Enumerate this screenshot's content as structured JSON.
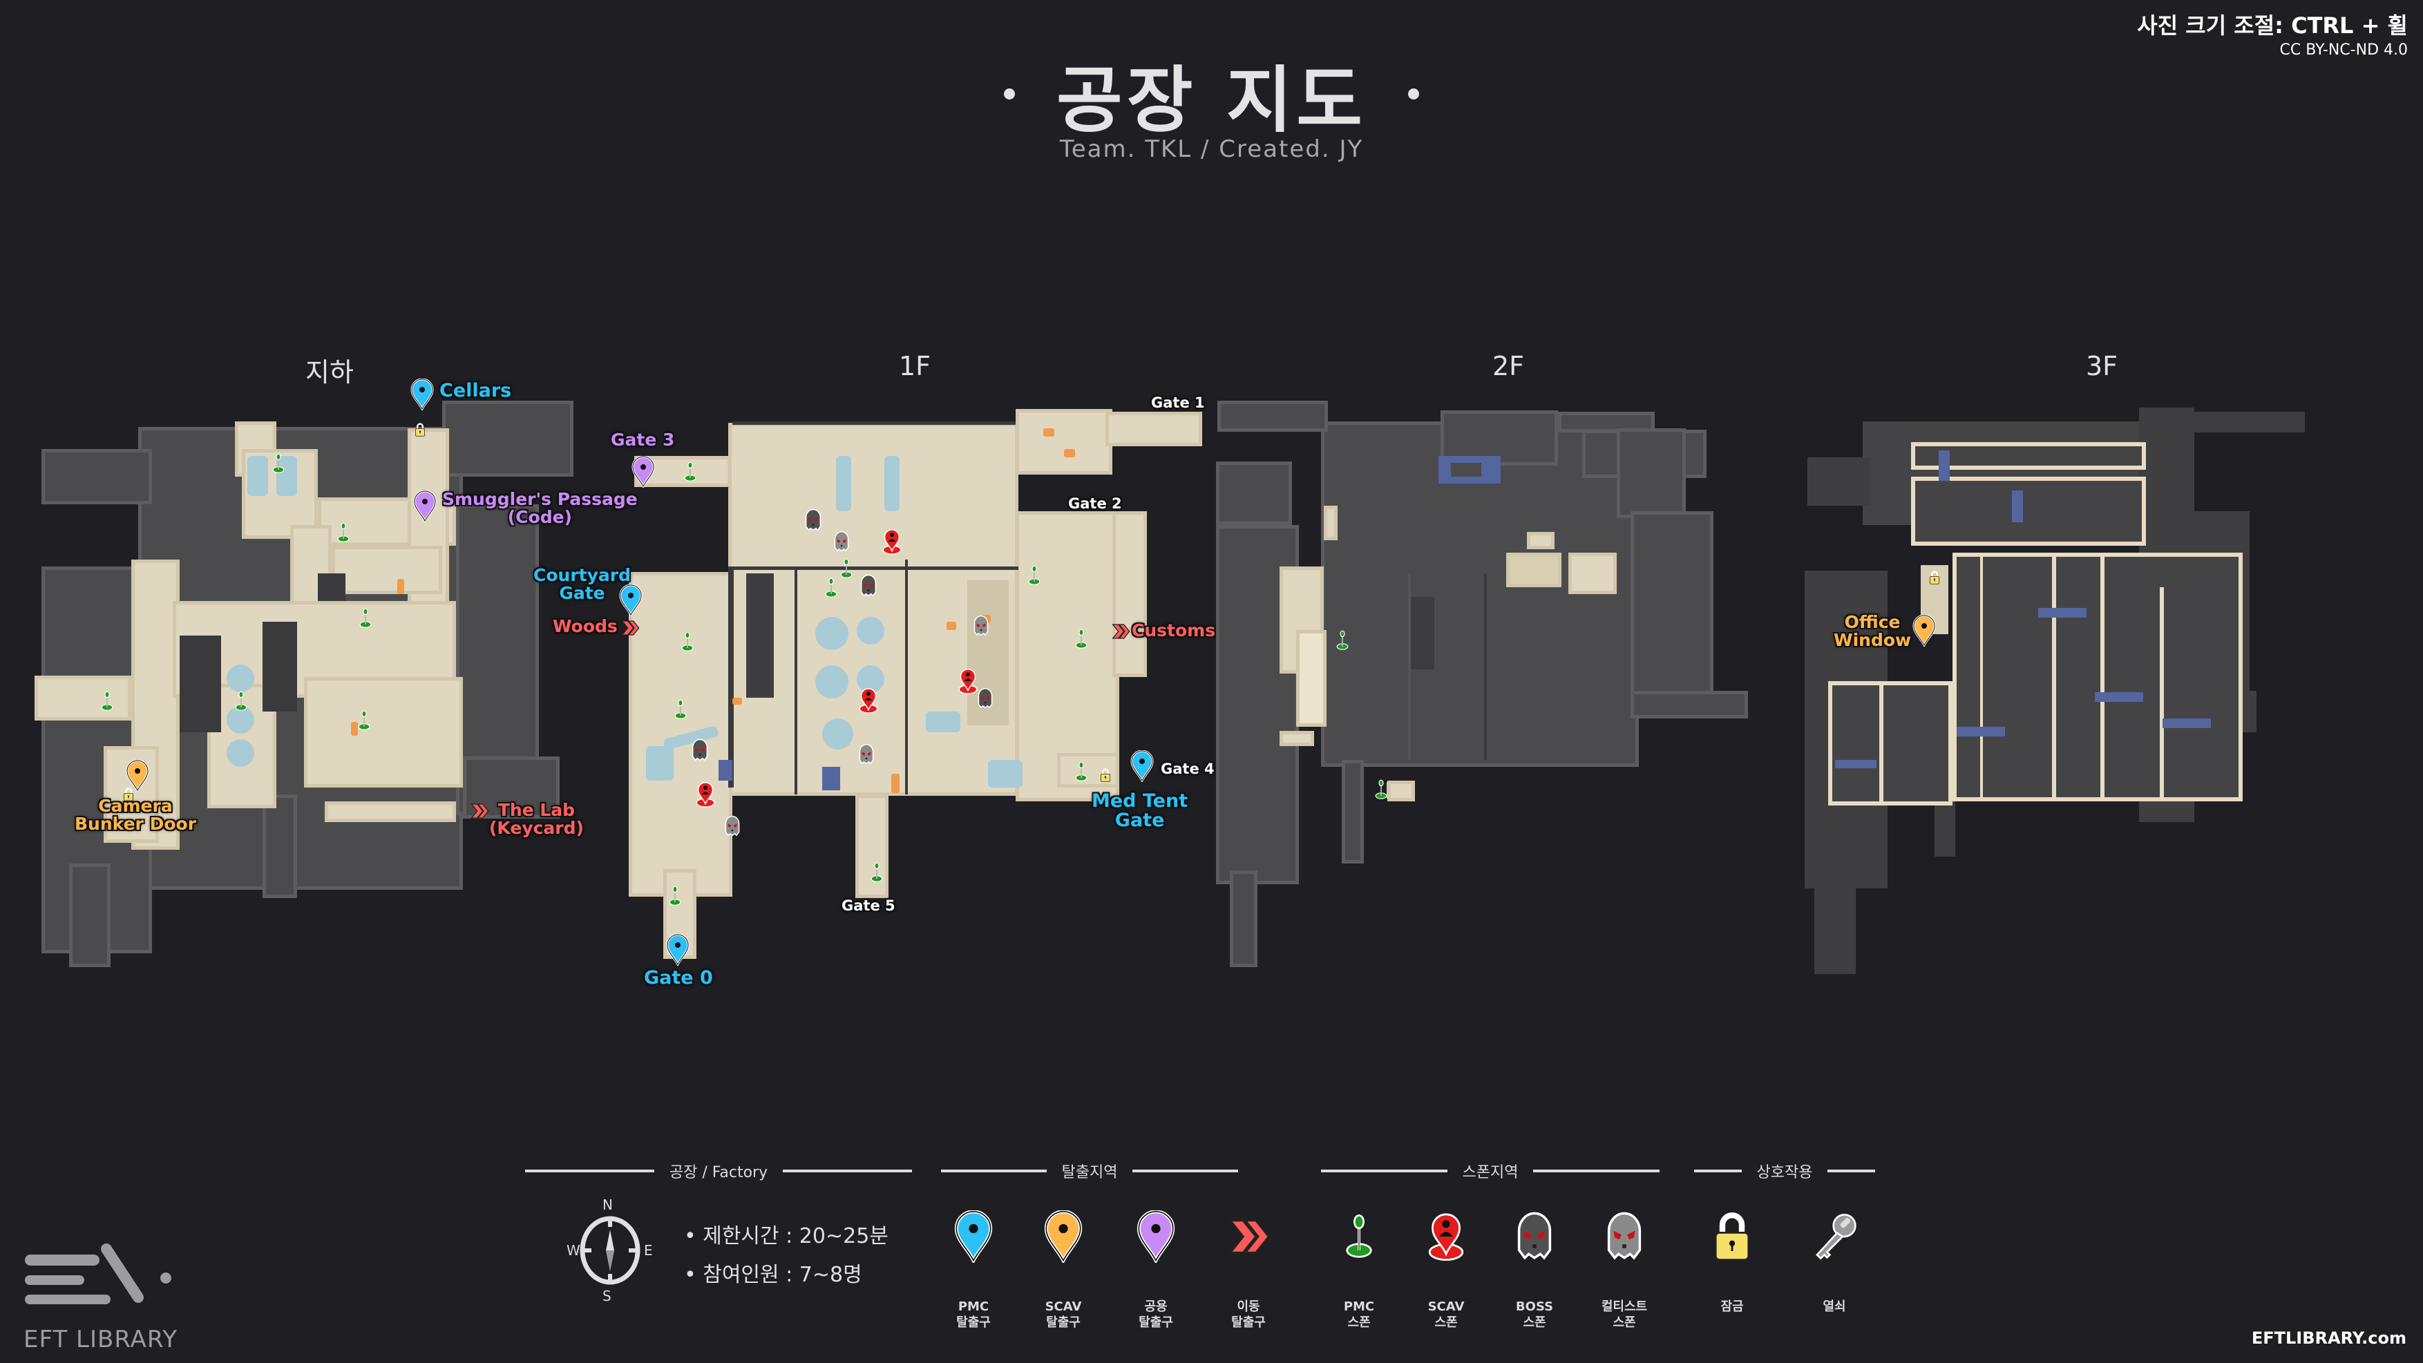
{
  "header": {
    "title": "공장 지도",
    "subtitle": "Team. TKL / Created. JY",
    "zoom_hint": "사진 크기 조절: CTRL + 휠",
    "license": "CC BY-NC-ND 4.0"
  },
  "floors": [
    {
      "id": "basement",
      "label": "지하"
    },
    {
      "id": "1f",
      "label": "1F"
    },
    {
      "id": "2f",
      "label": "2F"
    },
    {
      "id": "3f",
      "label": "3F"
    }
  ],
  "map_labels": {
    "cellars": "Cellars",
    "smugglers": "Smuggler's Passage\n(Code)",
    "courtyard_gate": "Courtyard\nGate",
    "woods": "Woods",
    "camera_bunker": "Camera\nBunker Door",
    "the_lab": "The Lab\n(Keycard)",
    "gate3": "Gate 3",
    "gate1": "Gate 1",
    "gate2": "Gate 2",
    "customs": "Customs",
    "gate4": "Gate 4",
    "med_tent": "Med Tent\nGate",
    "gate5": "Gate 5",
    "gate0": "Gate 0",
    "office_window": "Office\nWindow"
  },
  "colors": {
    "background": "#1e1e23",
    "pmc_exit": "#2cc0f5",
    "scav_exit": "#ffb64a",
    "shared_exit": "#c88af5",
    "transit": "#ff5a5a",
    "pmc_spawn": "#1e9c1e",
    "scav_spawn": "#e51c1c",
    "lock": "#f5e06a"
  },
  "legend": {
    "info": {
      "heading": "공장 / Factory",
      "compass": {
        "n": "N",
        "s": "S",
        "e": "E",
        "w": "W"
      },
      "time_limit": "• 제한시간 : 20~25분",
      "players": "• 참여인원 : 7~8명"
    },
    "exits": {
      "heading": "탈출지역",
      "items": [
        {
          "icon": "pmc-exit-pin-icon",
          "label": "PMC\n탈출구"
        },
        {
          "icon": "scav-exit-pin-icon",
          "label": "SCAV\n탈출구"
        },
        {
          "icon": "shared-exit-pin-icon",
          "label": "공용\n탈출구"
        },
        {
          "icon": "transit-chevron-icon",
          "label": "이동\n탈출구"
        }
      ]
    },
    "spawns": {
      "heading": "스폰지역",
      "items": [
        {
          "icon": "pmc-spawn-icon",
          "label": "PMC\n스폰"
        },
        {
          "icon": "scav-spawn-icon",
          "label": "SCAV\n스폰"
        },
        {
          "icon": "boss-skull-icon",
          "label": "BOSS\n스폰"
        },
        {
          "icon": "cultist-skull-icon",
          "label": "컬티스트\n스폰"
        }
      ]
    },
    "interactions": {
      "heading": "상호작용",
      "items": [
        {
          "icon": "lock-icon",
          "label": "잠금"
        },
        {
          "icon": "key-icon",
          "label": "열쇠"
        }
      ]
    }
  },
  "branding": {
    "logo_text": "EFT LIBRARY",
    "url": "EFTLIBRARY.com"
  }
}
